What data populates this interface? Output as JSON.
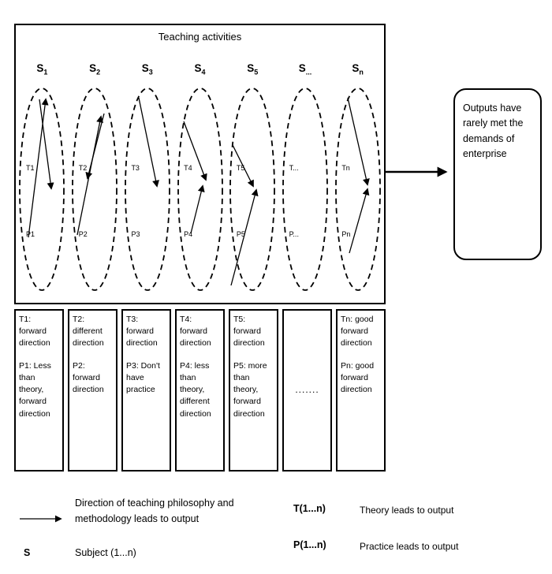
{
  "diagram": {
    "title": "Teaching activities",
    "columns": [
      {
        "symbol": "S",
        "sub": "1",
        "t": "T1",
        "p": "P1"
      },
      {
        "symbol": "S",
        "sub": "2",
        "t": "T2",
        "p": "P2"
      },
      {
        "symbol": "S",
        "sub": "3",
        "t": "T3",
        "p": "P3"
      },
      {
        "symbol": "S",
        "sub": "4",
        "t": "T4",
        "p": "P4"
      },
      {
        "symbol": "S",
        "sub": "5",
        "t": "T5",
        "p": "P5"
      },
      {
        "symbol": "S",
        "sub": "...",
        "t": "T...",
        "p": "P..."
      },
      {
        "symbol": "S",
        "sub": "n",
        "t": "Tn",
        "p": "Pn"
      }
    ],
    "output_box_text": "Outputs have rarely met the demands of enterprise"
  },
  "descriptions": [
    {
      "t": "T1: forward direction",
      "p": "P1: Less than theory, forward direction"
    },
    {
      "t": "T2: different direction",
      "p": "P2: forward direction"
    },
    {
      "t": "T3: forward direction",
      "p": "P3: Don't have practice"
    },
    {
      "t": "T4: forward direction",
      "p": "P4: less than theory, different direction"
    },
    {
      "t": "T5: forward direction",
      "p": "P5: more than theory, forward direction"
    },
    {
      "dots": "......."
    },
    {
      "t": "Tn: good forward direction",
      "p": "Pn: good forward direction"
    }
  ],
  "legend": {
    "arrow_label": "Direction of teaching philosophy and methodology leads to output",
    "s_symbol": "S",
    "s_label": "Subject (1...n)",
    "t_symbol": "T(1...n)",
    "t_label": "Theory leads to output",
    "p_symbol": "P(1...n)",
    "p_label": "Practice leads to output"
  }
}
